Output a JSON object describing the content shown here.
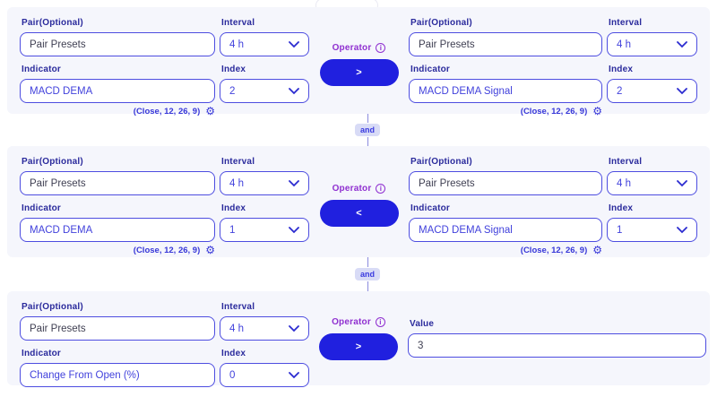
{
  "colors": {
    "accent_blue": "#2020df",
    "input_border_blue": "#4d4de0",
    "label_blue": "#2a2a9c",
    "input_text_blue": "#4242dc",
    "dark_text": "#3f3f52",
    "operator_purple": "#8f2fd0",
    "panel_bg": "#f5f6fc",
    "and_chip_bg": "#d8dbf6"
  },
  "icons": {
    "gear": "⚙",
    "info": "i"
  },
  "connectors": [
    {
      "label": "and"
    },
    {
      "label": "and"
    }
  ],
  "conditions": [
    {
      "left": {
        "pair_label": "Pair(Optional)",
        "pair_value": "Pair Presets",
        "interval_label": "Interval",
        "interval_value": "4 h",
        "indicator_label": "Indicator",
        "indicator_value": "MACD DEMA",
        "index_label": "Index",
        "index_value": "2",
        "params": "(Close, 12, 26, 9)"
      },
      "operator": {
        "label": "Operator",
        "value": ">"
      },
      "right": {
        "pair_label": "Pair(Optional)",
        "pair_value": "Pair Presets",
        "interval_label": "Interval",
        "interval_value": "4 h",
        "indicator_label": "Indicator",
        "indicator_value": "MACD DEMA Signal",
        "index_label": "Index",
        "index_value": "2",
        "params": "(Close, 12, 26, 9)"
      }
    },
    {
      "left": {
        "pair_label": "Pair(Optional)",
        "pair_value": "Pair Presets",
        "interval_label": "Interval",
        "interval_value": "4 h",
        "indicator_label": "Indicator",
        "indicator_value": "MACD DEMA",
        "index_label": "Index",
        "index_value": "1",
        "params": "(Close, 12, 26, 9)"
      },
      "operator": {
        "label": "Operator",
        "value": "<"
      },
      "right": {
        "pair_label": "Pair(Optional)",
        "pair_value": "Pair Presets",
        "interval_label": "Interval",
        "interval_value": "4 h",
        "indicator_label": "Indicator",
        "indicator_value": "MACD DEMA Signal",
        "index_label": "Index",
        "index_value": "1",
        "params": "(Close, 12, 26, 9)"
      }
    },
    {
      "left": {
        "pair_label": "Pair(Optional)",
        "pair_value": "Pair Presets",
        "interval_label": "Interval",
        "interval_value": "4 h",
        "indicator_label": "Indicator",
        "indicator_value": "Change From Open (%)",
        "index_label": "Index",
        "index_value": "0"
      },
      "operator": {
        "label": "Operator",
        "value": ">"
      },
      "value_field": {
        "label": "Value",
        "value": "3"
      }
    }
  ]
}
